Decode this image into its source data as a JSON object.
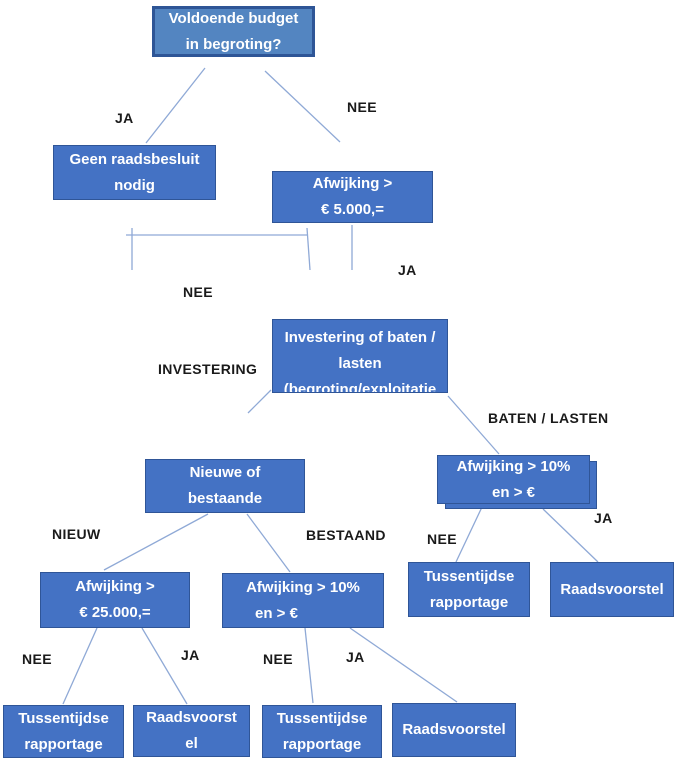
{
  "colors": {
    "box_fill": "#4472C4",
    "box_border": "#2F5597",
    "top_box_fill": "#5385C1",
    "top_box_border": "#2E5596",
    "connector": "#8FA9D6",
    "label_text": "#1A1A1A",
    "box_text": "#FFFFFF"
  },
  "nodes": {
    "top_question": {
      "text": "Voldoende budget\nin begroting?"
    },
    "geen_raadsbesluit": {
      "text": "Geen raadsbesluit\nnodig"
    },
    "afwijking_5000": {
      "text": "Afwijking >\n€ 5.000,="
    },
    "investering_baten": {
      "text": "Investering of baten /\nlasten\n(begroting/exploitatie"
    },
    "nieuwe_bestaande": {
      "text": "Nieuwe of\nbestaande"
    },
    "afwijking_10_rechts": {
      "text": "Afwijking > 10%\nen > €"
    },
    "afwijking_25000": {
      "text": "Afwijking >\n€ 25.000,="
    },
    "afwijking_10_midden": {
      "line1": "Afwijking > 10%",
      "line2": "en > €"
    },
    "tussentijdse_rechts": {
      "text": "Tussentijdse\nrapportage"
    },
    "raadsvoorstel_rechts": {
      "text": "Raadsvoorstel"
    },
    "tussentijdse_linksonder": {
      "text": "Tussentijdse\nrapportage"
    },
    "raadsvoorstel_linksonder": {
      "text": "Raadsvoorst\nel"
    },
    "tussentijdse_middenonder": {
      "text": "Tussentijdse\nrapportage"
    },
    "raadsvoorstel_middenonder": {
      "text": "Raadsvoorstel"
    }
  },
  "labels": {
    "ja_top": "JA",
    "nee_top": "NEE",
    "nee_bracket": "NEE",
    "ja_5000": "JA",
    "investering": "INVESTERING",
    "baten_lasten": "BATEN / LASTEN",
    "nieuw": "NIEUW",
    "bestaand": "BESTAAND",
    "nee_rechts": "NEE",
    "ja_rechts": "JA",
    "nee_linksonder": "NEE",
    "ja_linksonder": "JA",
    "nee_middenonder": "NEE",
    "ja_middenonder": "JA"
  }
}
